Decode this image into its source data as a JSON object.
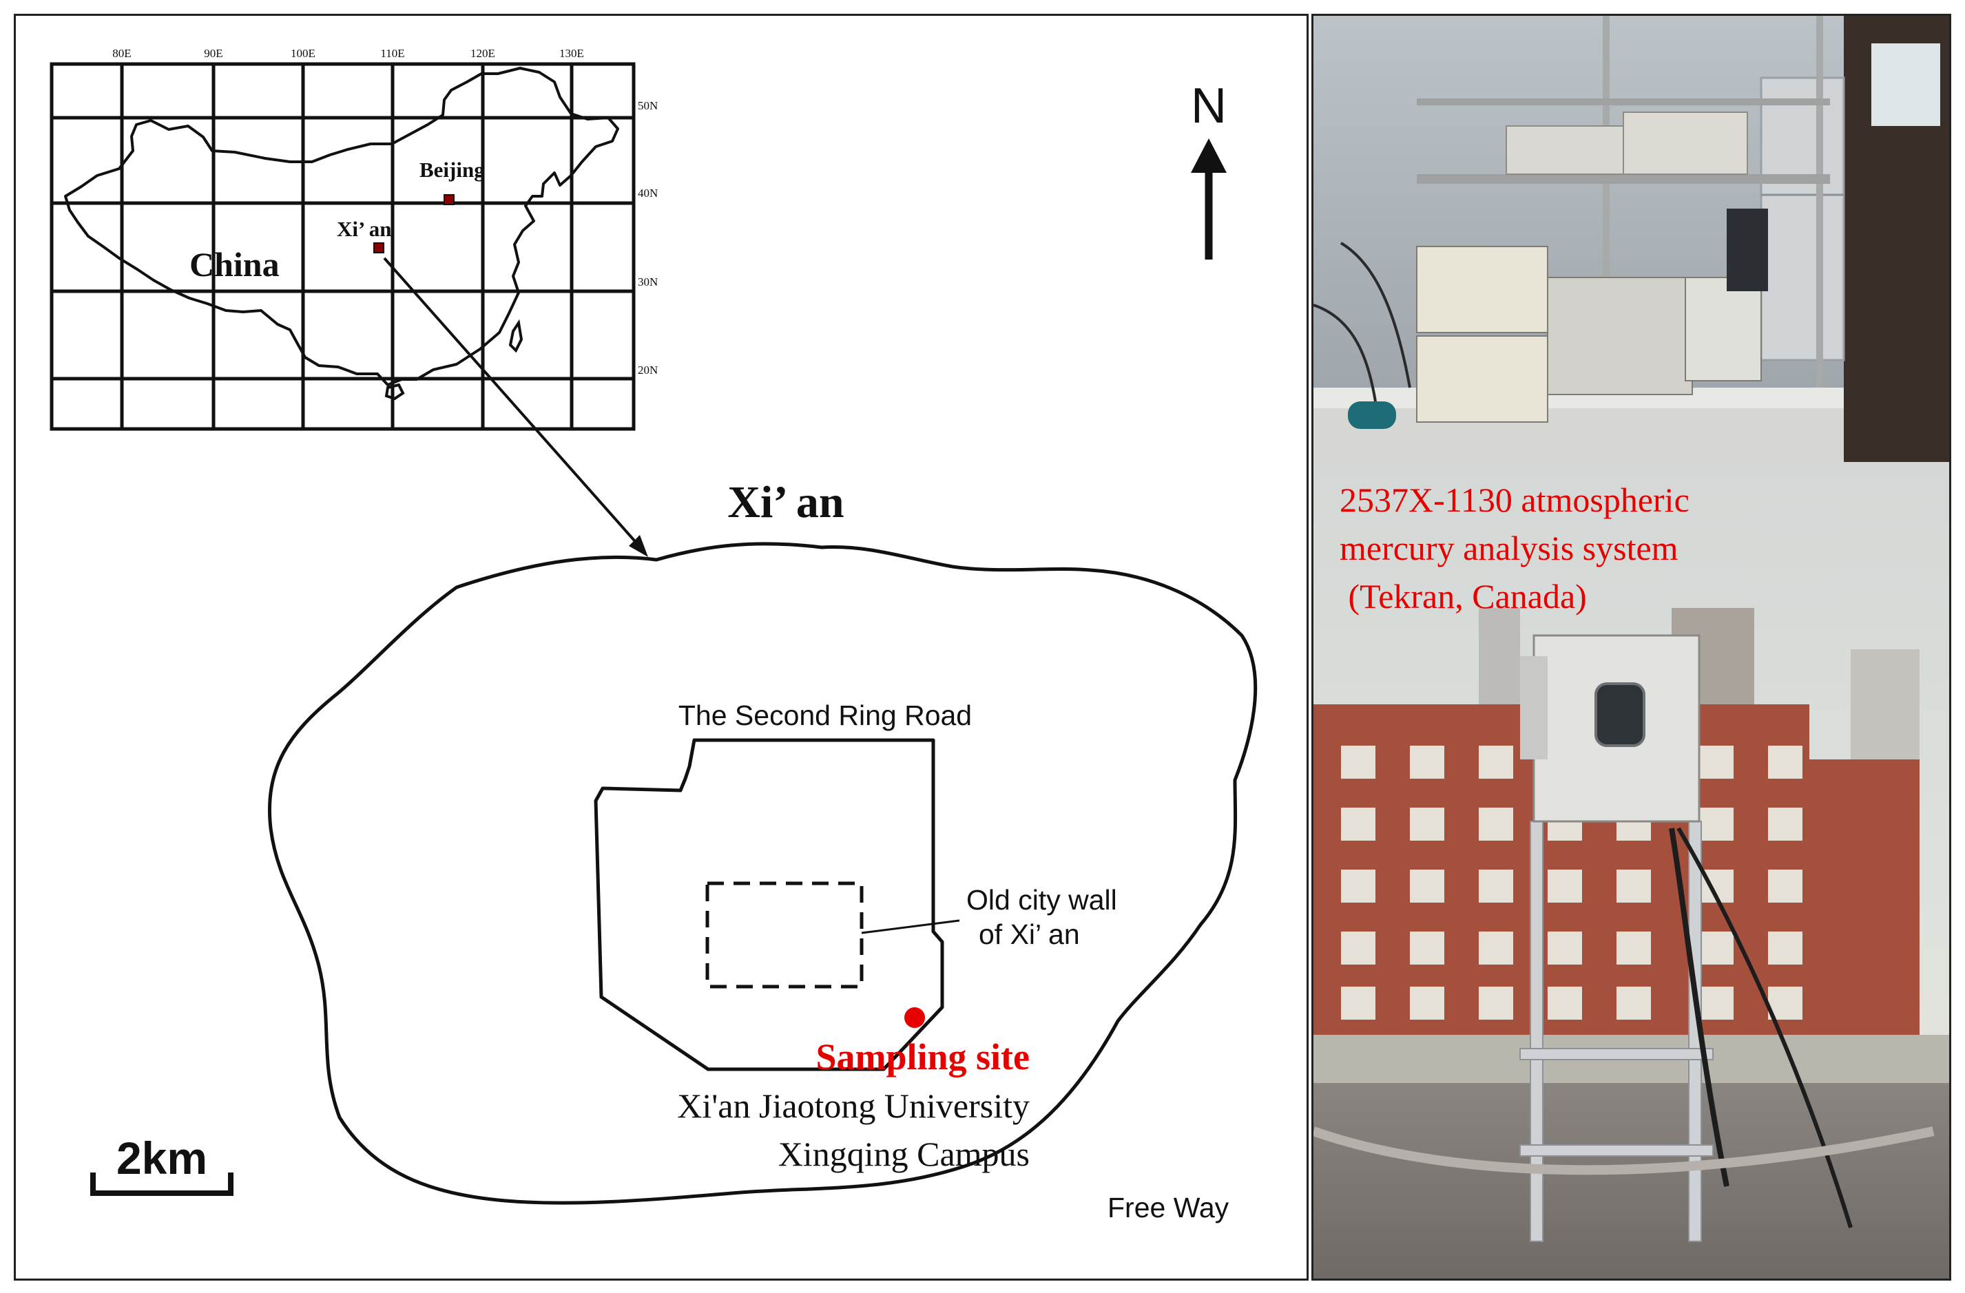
{
  "inset": {
    "lon_ticks": [
      "80E",
      "90E",
      "100E",
      "110E",
      "120E",
      "130E"
    ],
    "lat_ticks": [
      "50N",
      "40N",
      "30N",
      "20N"
    ],
    "country_label": "China",
    "city_beijing": "Beijing",
    "city_xian": "Xi’ an"
  },
  "main_map": {
    "title": "Xi’ an",
    "ring_road_label": "The Second Ring Road",
    "old_wall_label_line1": "Old city wall",
    "old_wall_label_line2": "of Xi’ an",
    "sampling_title": "Sampling site",
    "sampling_line1": "Xi'an Jiaotong University",
    "sampling_line2": "Xingqing Campus",
    "freeway_label": "Free Way",
    "north_label": "N",
    "scale_label": "2km",
    "sampling_color": "#e60000"
  },
  "photo": {
    "caption_line1": "2537X-1130 atmospheric",
    "caption_line2": "mercury analysis system",
    "caption_line3": " (Tekran, Canada)",
    "caption_color": "#e60000"
  }
}
